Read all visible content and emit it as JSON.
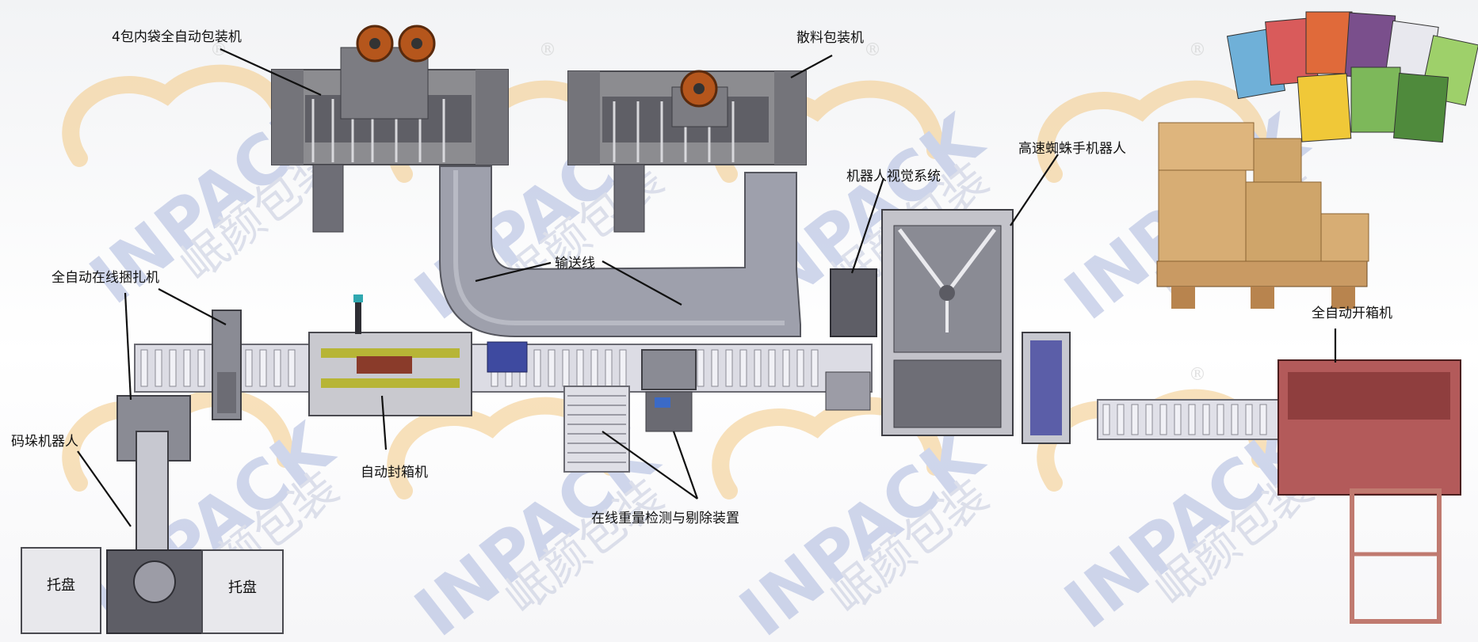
{
  "diagram": {
    "labels": {
      "inner_bag_packer": "4包内袋全自动包装机",
      "bulk_packer": "散料包装机",
      "robot_vision": "机器人视觉系统",
      "spider_robot": "高速蜘蛛手机器人",
      "conveyor": "输送线",
      "bundler": "全自动在线捆扎机",
      "case_sealer": "自动封箱机",
      "palletizer": "码垛机器人",
      "checkweigher": "在线重量检测与剔除装置",
      "case_erector": "全自动开箱机",
      "pallet_left": "托盘",
      "pallet_right": "托盘"
    },
    "watermark": {
      "brand_en": "INPACK",
      "brand_cn": "岷颜包装",
      "registered": "®"
    },
    "colors": {
      "machine_body": "#8c8c90",
      "machine_dark": "#5f5f66",
      "conveyor": "#9ea0ac",
      "roller": "#e2e2ea",
      "spool": "#b5561c",
      "case_erector": "#b35a5a",
      "carton": "#d7ad74",
      "pallet_wood": "#c99a63",
      "watermark_orange": "#f3c884",
      "watermark_blue": "#aab7dd"
    }
  }
}
